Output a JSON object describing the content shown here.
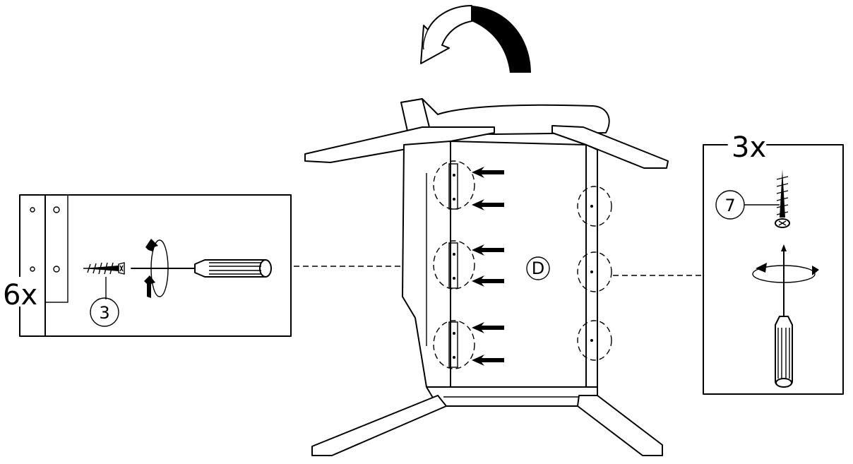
{
  "left_callout": {
    "quantity": "6x",
    "part_number": "3"
  },
  "right_callout": {
    "quantity": "3x",
    "part_number": "7"
  },
  "center": {
    "panel_label": "D"
  }
}
